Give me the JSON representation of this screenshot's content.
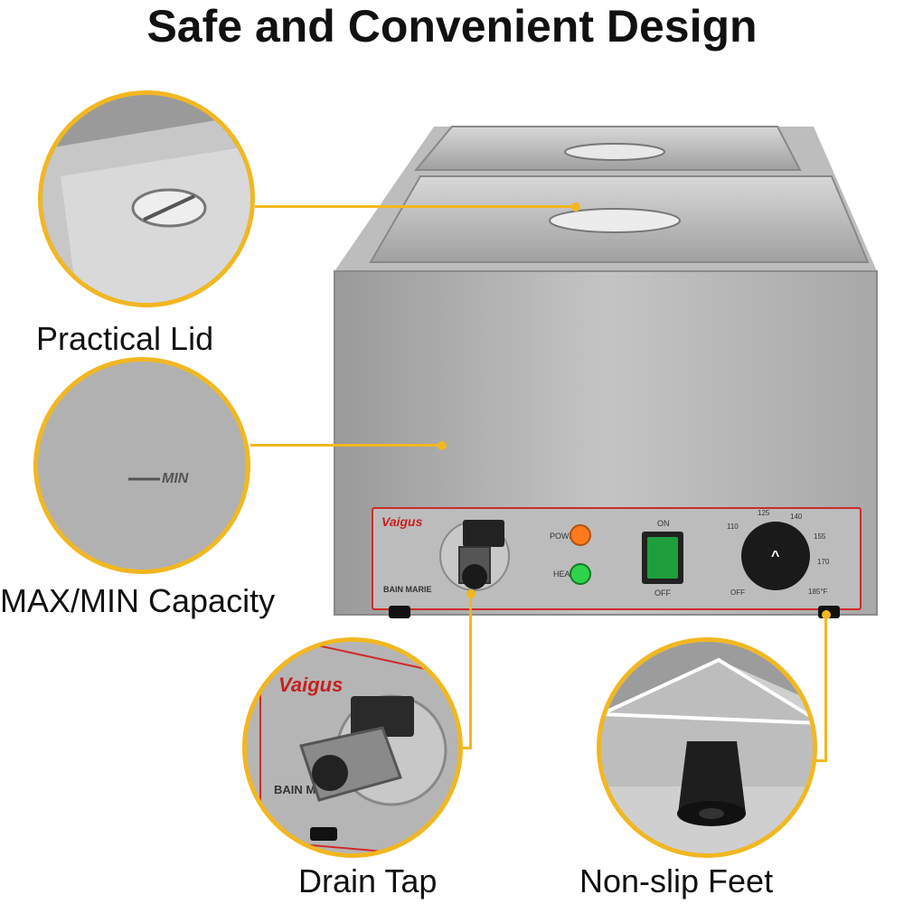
{
  "title": "Safe and Convenient Design",
  "features": {
    "lid": "Practical Lid",
    "capacity": "MAX/MIN Capacity",
    "drain": "Drain Tap",
    "feet": "Non-slip Feet"
  },
  "panel": {
    "brand": "Vaigus",
    "model": "BAIN MARIE",
    "power_label": "POWER",
    "heat_label": "HEAT",
    "switch_on": "ON",
    "switch_off": "OFF",
    "dial_off": "OFF",
    "dial_marks": [
      "110",
      "125",
      "140",
      "155",
      "170",
      "185°F"
    ]
  },
  "capacity_mark": "MIN",
  "drain_zoom": {
    "brand": "Vaigus",
    "model": "BAIN MA"
  },
  "colors": {
    "accent": "#f2b720",
    "power_led": "#ff7a1a",
    "heat_led": "#2fd34a",
    "switch": "#1e9e3c",
    "panel_line": "#d02a2a"
  }
}
